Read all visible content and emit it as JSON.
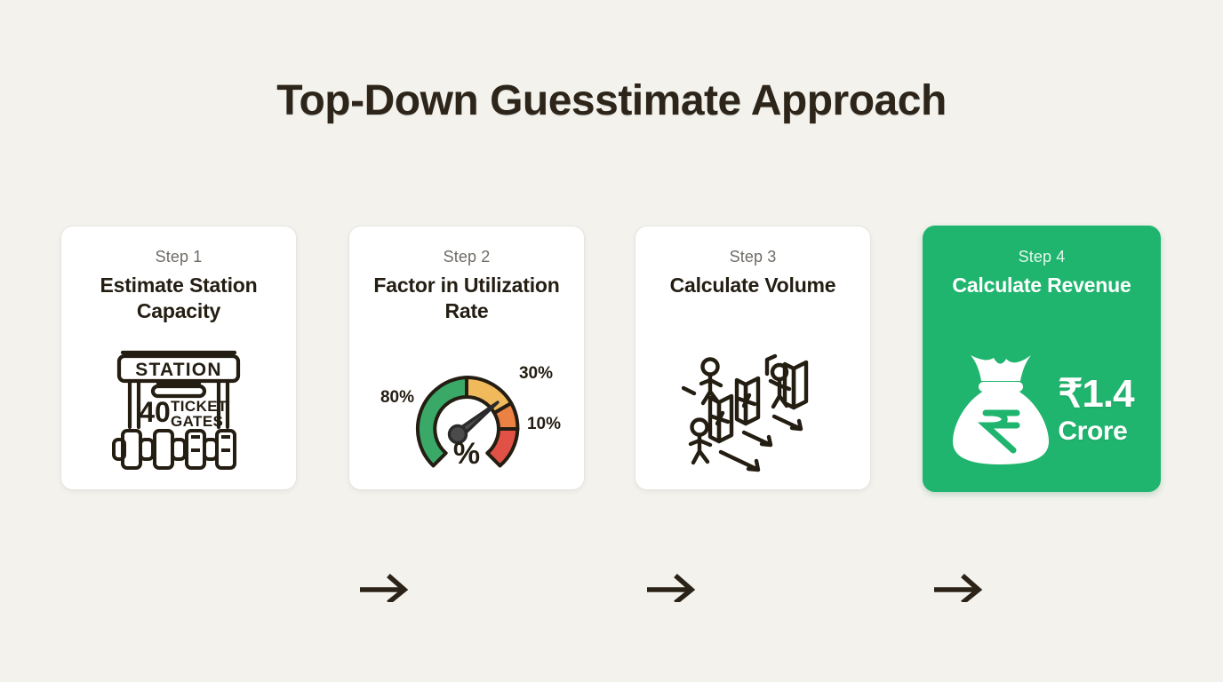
{
  "page": {
    "title": "Top-Down Guesstimate Approach",
    "background_color": "#f3f2ed",
    "title_color": "#2d2519",
    "accent_color": "#1fb56e"
  },
  "steps": [
    {
      "step_label": "Step 1",
      "title": "Estimate Station Capacity",
      "icon": "station-ticket-gates-icon",
      "icon_texts": {
        "sign": "STATION",
        "count": "40",
        "unit_line1": "TICKET",
        "unit_line2": "GATES"
      }
    },
    {
      "step_label": "Step 2",
      "title": "Factor in Utilization Rate",
      "icon": "gauge-meter-icon",
      "gauge": {
        "center_symbol": "%",
        "segments": [
          {
            "label": "80%",
            "color": "#3aa968"
          },
          {
            "label": "30%",
            "color": "#f0b95c"
          },
          {
            "label": "10%",
            "color": "#ec8144"
          },
          {
            "label": "",
            "color": "#e25146"
          }
        ]
      }
    },
    {
      "step_label": "Step 3",
      "title": "Calculate Volume",
      "icon": "people-through-turnstiles-icon"
    },
    {
      "step_label": "Step 4",
      "title": "Calculate Revenue",
      "icon": "money-bag-rupee-icon",
      "revenue": {
        "amount": "₹1.4",
        "unit": "Crore"
      },
      "highlighted": true
    }
  ],
  "connectors": [
    {
      "name": "arrow-step1-to-step2",
      "icon": "arrow-right-icon"
    },
    {
      "name": "arrow-step2-to-step3",
      "icon": "arrow-right-icon"
    },
    {
      "name": "arrow-step3-to-step4",
      "icon": "arrow-right-icon"
    }
  ]
}
